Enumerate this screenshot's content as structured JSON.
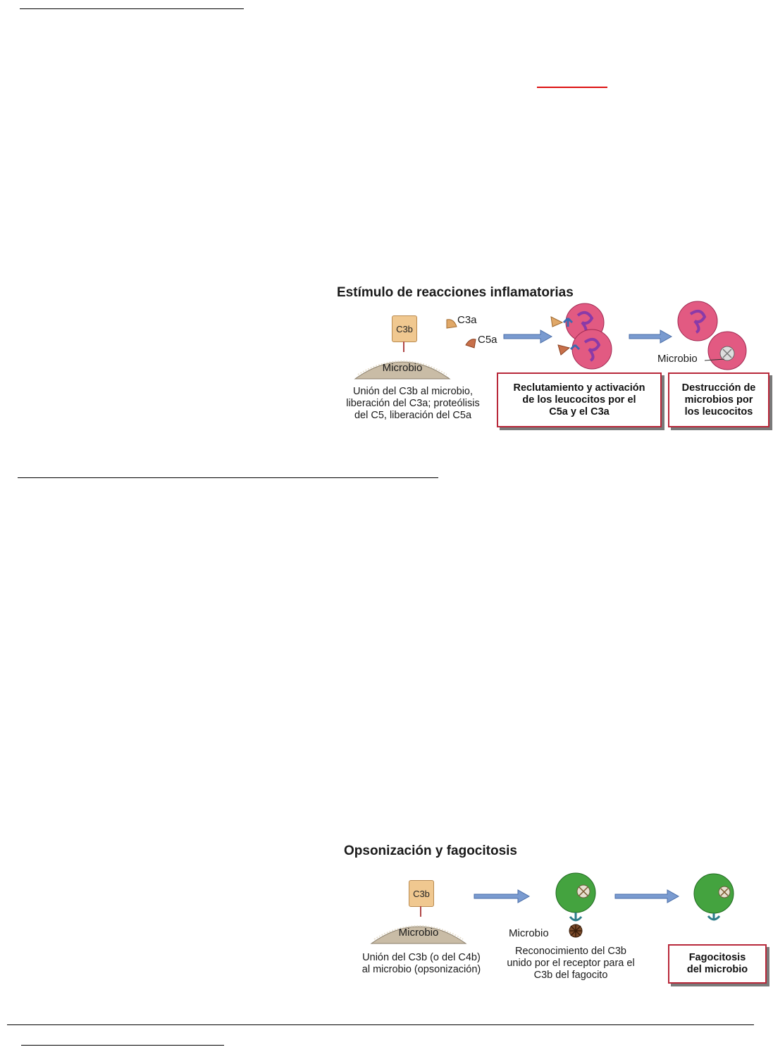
{
  "figure1": {
    "title": "Estímulo de reacciones inflamatorias",
    "c3b_label": "C3b",
    "c3a_label": "C3a",
    "c5a_label": "C5a",
    "microbe_label": "Microbio",
    "microbe_label_right": "Microbio",
    "caption": [
      "Unión del C3b al microbio,",
      "liberación del C3a; proteólisis",
      "del C5, liberación del C5a"
    ],
    "box1": [
      "Reclutamiento y activación",
      "de los leucocitos por el",
      "C5a y el C3a"
    ],
    "box2": [
      "Destrucción de",
      "microbios por",
      "los leucocitos"
    ]
  },
  "figure2": {
    "title": "Opsonización y fagocitosis",
    "c3b_label": "C3b",
    "microbe_label": "Microbio",
    "microbe_pointer_label": "Microbio",
    "caption_left": [
      "Unión del C3b (o del C4b)",
      "al microbio (opsonización)"
    ],
    "caption_middle": [
      "Reconocimiento del C3b",
      "unido por el receptor para el",
      "C3b del fagocito"
    ],
    "box": [
      "Fagocitosis",
      "del microbio"
    ]
  },
  "colors": {
    "box_border": "#b8283a",
    "arrow": "#6f93c6",
    "leukocyte": "#d94f78",
    "phagocyte": "#3f9a3a",
    "complement": "#f0c890",
    "highlight_line": "#dd1111"
  }
}
